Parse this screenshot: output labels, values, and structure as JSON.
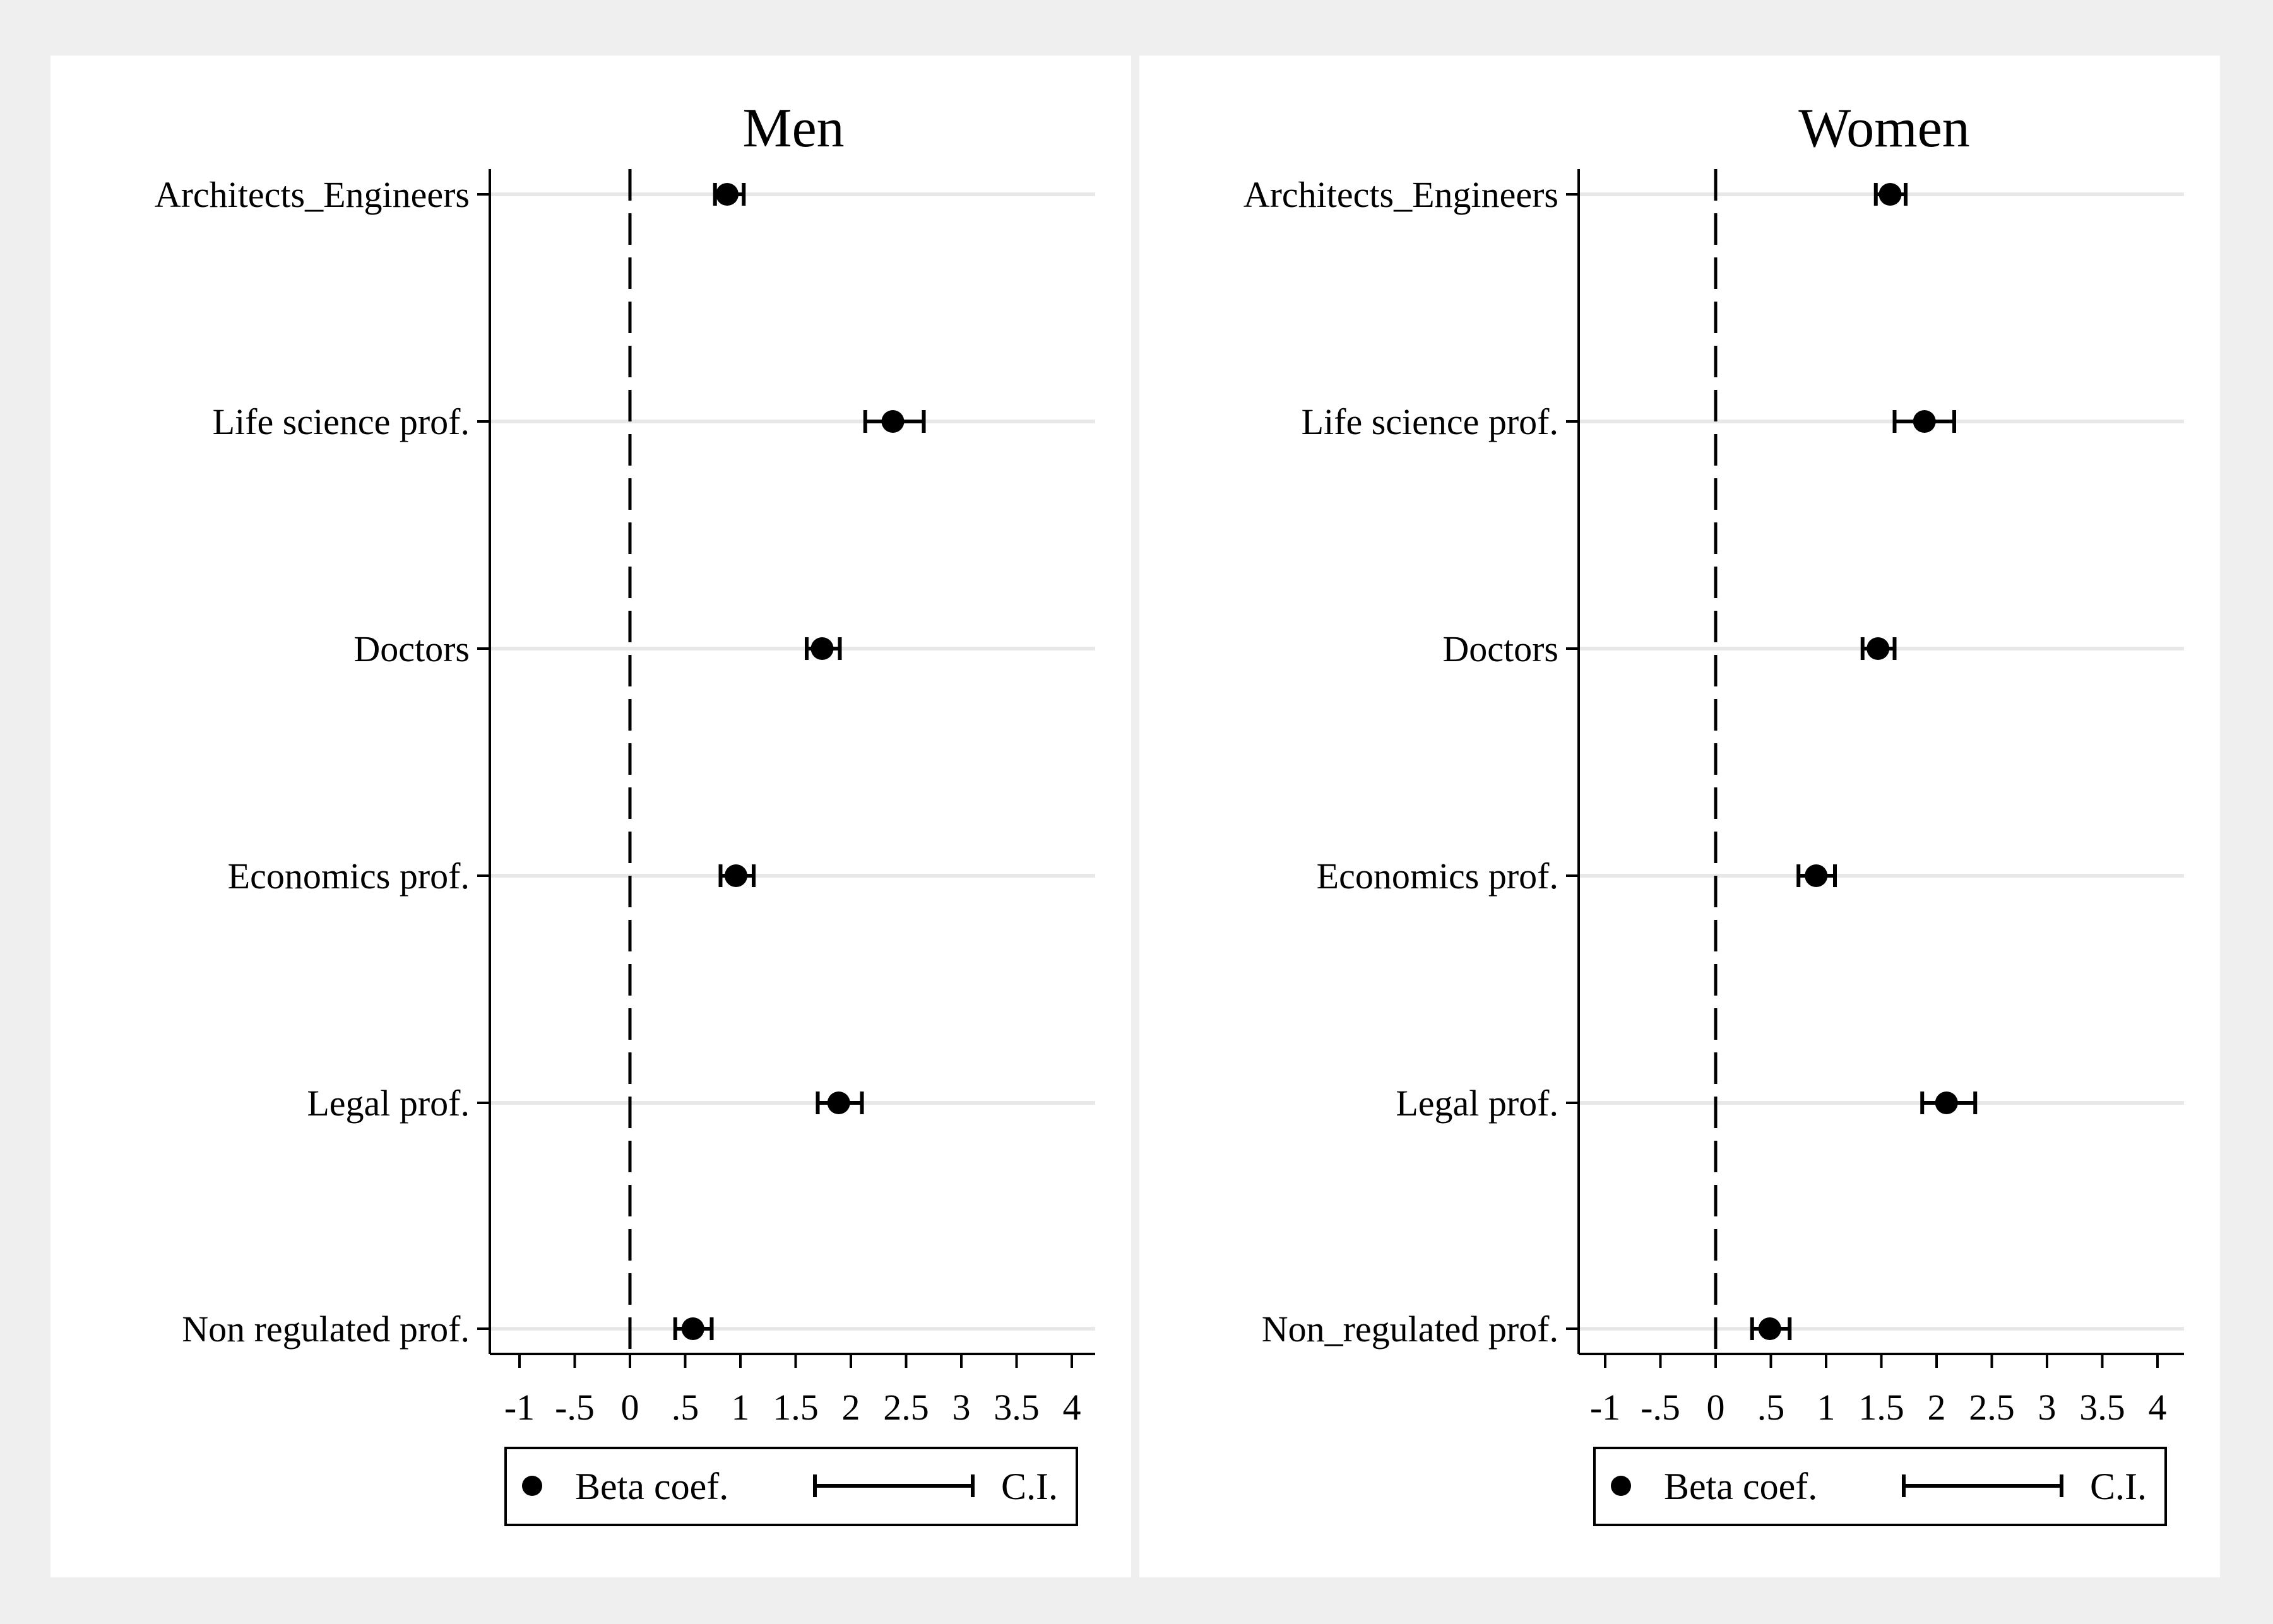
{
  "chart_data": [
    {
      "type": "scatter",
      "title": "Men",
      "xlim": [
        -1,
        4
      ],
      "xticks": [
        "-1",
        "-.5",
        "0",
        ".5",
        "1",
        "1.5",
        "2",
        "2.5",
        "3",
        "3.5",
        "4"
      ],
      "categories": [
        "Architects_Engineers",
        "Life science prof.",
        "Doctors",
        "Economics prof.",
        "Legal prof.",
        "Non regulated prof."
      ],
      "series": [
        {
          "name": "Beta coef.",
          "values": [
            0.88,
            2.38,
            1.74,
            0.96,
            1.89,
            0.57
          ]
        },
        {
          "name": "C.I.",
          "low": [
            0.77,
            2.13,
            1.6,
            0.82,
            1.7,
            0.41
          ],
          "high": [
            1.03,
            2.66,
            1.9,
            1.12,
            2.1,
            0.74
          ]
        }
      ],
      "reference_line": 0,
      "grid": true,
      "legend": {
        "position": "bottom",
        "items": [
          "Beta coef.",
          "C.I."
        ]
      }
    },
    {
      "type": "scatter",
      "title": "Women",
      "xlim": [
        -1,
        4
      ],
      "xticks": [
        "-1",
        "-.5",
        "0",
        ".5",
        "1",
        "1.5",
        "2",
        "2.5",
        "3",
        "3.5",
        "4"
      ],
      "categories": [
        "Architects_Engineers",
        "Life science prof.",
        "Doctors",
        "Economics prof.",
        "Legal prof.",
        "Non_regulated prof."
      ],
      "series": [
        {
          "name": "Beta coef.",
          "values": [
            1.58,
            1.89,
            1.47,
            0.91,
            2.09,
            0.49
          ]
        },
        {
          "name": "C.I.",
          "low": [
            1.45,
            1.62,
            1.33,
            0.75,
            1.87,
            0.33
          ],
          "high": [
            1.72,
            2.16,
            1.62,
            1.08,
            2.35,
            0.67
          ]
        }
      ],
      "reference_line": 0,
      "grid": true,
      "legend": {
        "position": "bottom",
        "items": [
          "Beta coef.",
          "C.I."
        ]
      }
    }
  ]
}
